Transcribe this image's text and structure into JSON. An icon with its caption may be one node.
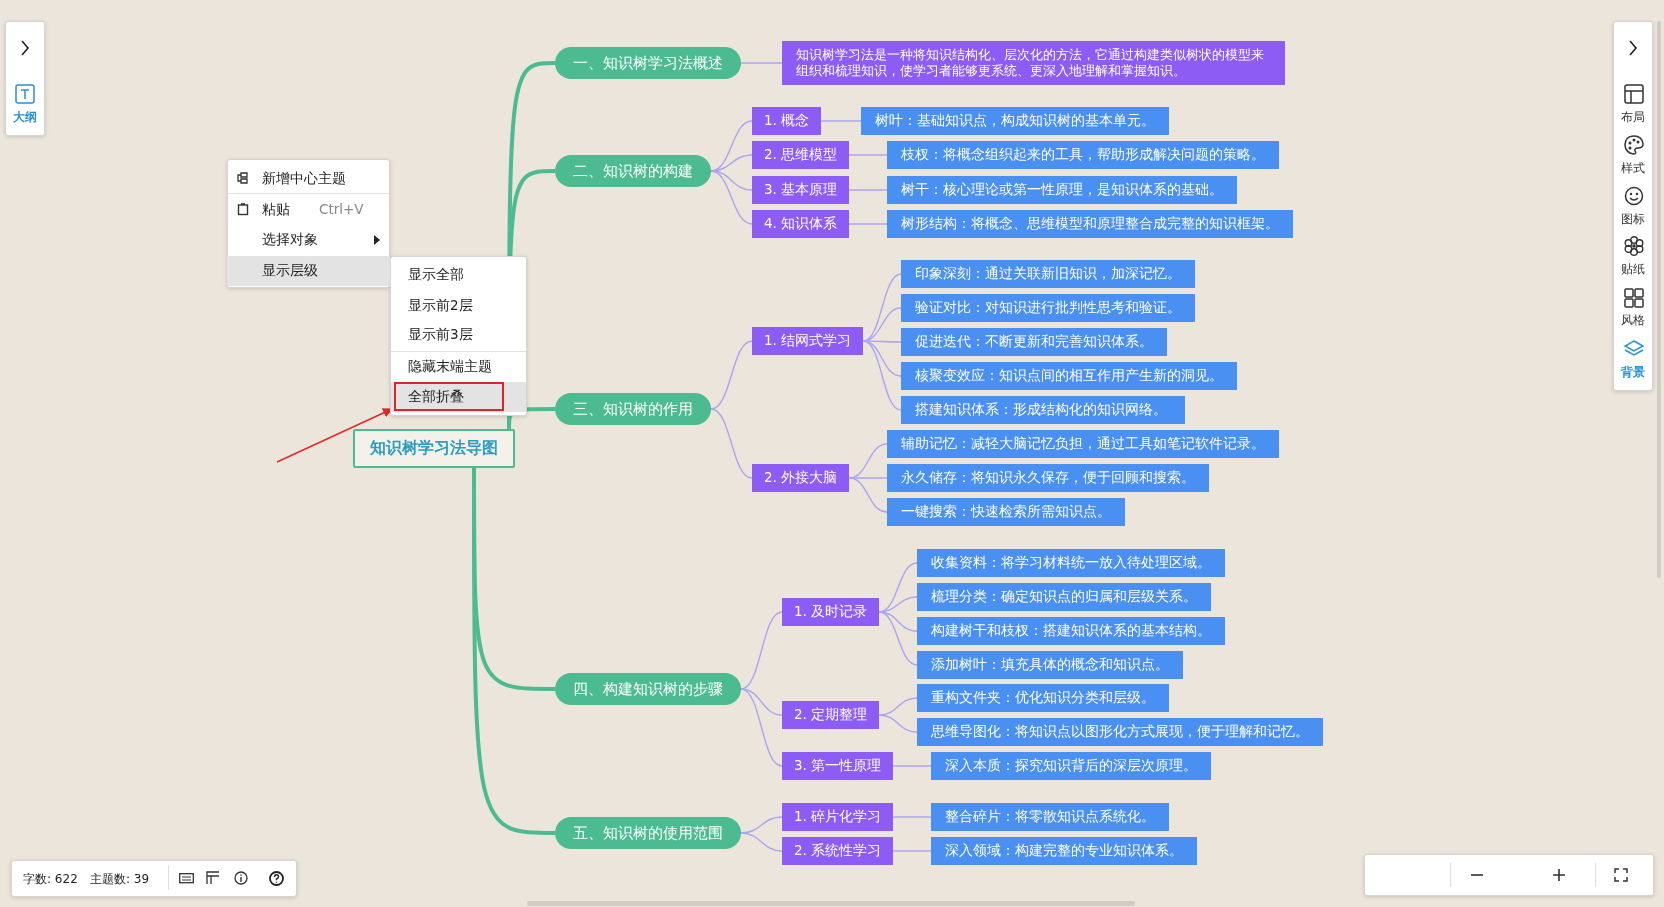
{
  "diagram": {
    "nodes": [
      {
        "text": [
          "知识树学习法导图"
        ]
      },
      {
        "text": [
          "一、知识树学习法概述"
        ]
      },
      {
        "text": [
          "知识树学习法是一种将知识结构化、层次化的方法，它通过构建类似树状的模型来组织和梳理知识，使学习者能够更系统、更深入地理解和掌握知识。"
        ]
      },
      {
        "text": [
          "二、知识树的构建"
        ]
      },
      {
        "text": [
          "1. 概念"
        ]
      },
      {
        "text": [
          "树叶：基础知识点，构成知识树的基本单元。"
        ]
      },
      {
        "text": [
          "2. 思维模型"
        ]
      },
      {
        "text": [
          "枝杈：将概念组织起来的工具，帮助形成解决问题的策略。"
        ]
      },
      {
        "text": [
          "3. 基本原理"
        ]
      },
      {
        "text": [
          "树干：核心理论或第一性原理，是知识体系的基础。"
        ]
      },
      {
        "text": [
          "4. 知识体系"
        ]
      },
      {
        "text": [
          "树形结构：将概念、思维模型和原理整合成完整的知识框架。"
        ]
      },
      {
        "text": [
          "三、知识树的作用"
        ]
      },
      {
        "text": [
          "1. 结网式学习"
        ]
      },
      {
        "text": [
          "印象深刻：通过关联新旧知识，加深记忆。"
        ]
      },
      {
        "text": [
          "验证对比：对知识进行批判性思考和验证。"
        ]
      },
      {
        "text": [
          "促进迭代：不断更新和完善知识体系。"
        ]
      },
      {
        "text": [
          "核聚变效应：知识点间的相互作用产生新的洞见。"
        ]
      },
      {
        "text": [
          "搭建知识体系：形成结构化的知识网络。"
        ]
      },
      {
        "text": [
          "2. 外接大脑"
        ]
      },
      {
        "text": [
          "辅助记忆：减轻大脑记忆负担，通过工具如笔记软件记录。"
        ]
      },
      {
        "text": [
          "永久储存：将知识永久保存，便于回顾和搜索。"
        ]
      },
      {
        "text": [
          "一键搜索：快速检索所需知识点。"
        ]
      },
      {
        "text": [
          "四、构建知识树的步骤"
        ]
      },
      {
        "text": [
          "1. 及时记录"
        ]
      },
      {
        "text": [
          "收集资料：将学习材料统一放入待处理区域。"
        ]
      },
      {
        "text": [
          "梳理分类：确定知识点的归属和层级关系。"
        ]
      },
      {
        "text": [
          "构建树干和枝杈：搭建知识体系的基本结构。"
        ]
      },
      {
        "text": [
          "添加树叶：填充具体的概念和知识点。"
        ]
      },
      {
        "text": [
          "2. 定期整理"
        ]
      },
      {
        "text": [
          "重构文件夹：优化知识分类和层级。"
        ]
      },
      {
        "text": [
          "思维导图化：将知识点以图形化方式展现，便于理解和记忆。"
        ]
      },
      {
        "text": [
          "3. 第一性原理"
        ]
      },
      {
        "text": [
          "深入本质：探究知识背后的深层次原理。"
        ]
      },
      {
        "text": [
          "五、知识树的使用范围"
        ]
      },
      {
        "text": [
          "1. 碎片化学习"
        ]
      },
      {
        "text": [
          "整合碎片：将零散知识点系统化。"
        ]
      },
      {
        "text": [
          "2. 系统性学习"
        ]
      },
      {
        "text": [
          "深入领域：构建完整的专业知识体系。"
        ]
      },
      {
        "text": [
          "全部折叠"
        ]
      }
    ],
    "edges": [
      {
        "from": 0,
        "to": 1,
        "arrow": "none",
        "style": "thick",
        "color": "#4cbb92"
      },
      {
        "from": 1,
        "to": 2,
        "arrow": "none"
      },
      {
        "from": 0,
        "to": 3,
        "arrow": "none",
        "style": "thick",
        "color": "#4cbb92"
      },
      {
        "from": 3,
        "to": 4,
        "arrow": "none"
      },
      {
        "from": 4,
        "to": 5,
        "arrow": "none"
      },
      {
        "from": 3,
        "to": 6,
        "arrow": "none"
      },
      {
        "from": 6,
        "to": 7,
        "arrow": "none"
      },
      {
        "from": 3,
        "to": 8,
        "arrow": "none"
      },
      {
        "from": 8,
        "to": 9,
        "arrow": "none"
      },
      {
        "from": 3,
        "to": 10,
        "arrow": "none"
      },
      {
        "from": 10,
        "to": 11,
        "arrow": "none"
      },
      {
        "from": 0,
        "to": 12,
        "arrow": "none",
        "style": "thick",
        "color": "#4cbb92"
      },
      {
        "from": 12,
        "to": 13,
        "arrow": "none"
      },
      {
        "from": 13,
        "to": 14,
        "arrow": "none"
      },
      {
        "from": 13,
        "to": 15,
        "arrow": "none"
      },
      {
        "from": 13,
        "to": 16,
        "arrow": "none"
      },
      {
        "from": 13,
        "to": 17,
        "arrow": "none"
      },
      {
        "from": 13,
        "to": 18,
        "arrow": "none"
      },
      {
        "from": 12,
        "to": 19,
        "arrow": "none"
      },
      {
        "from": 19,
        "to": 20,
        "arrow": "none"
      },
      {
        "from": 19,
        "to": 21,
        "arrow": "none"
      },
      {
        "from": 19,
        "to": 22,
        "arrow": "none"
      },
      {
        "from": 0,
        "to": 23,
        "arrow": "none",
        "style": "thick",
        "color": "#4cbb92"
      },
      {
        "from": 23,
        "to": 24,
        "arrow": "none"
      },
      {
        "from": 24,
        "to": 25,
        "arrow": "none"
      },
      {
        "from": 24,
        "to": 26,
        "arrow": "none"
      },
      {
        "from": 24,
        "to": 27,
        "arrow": "none"
      },
      {
        "from": 24,
        "to": 28,
        "arrow": "none"
      },
      {
        "from": 23,
        "to": 29,
        "arrow": "none"
      },
      {
        "from": 29,
        "to": 30,
        "arrow": "none"
      },
      {
        "from": 29,
        "to": 31,
        "arrow": "none"
      },
      {
        "from": 23,
        "to": 32,
        "arrow": "none"
      },
      {
        "from": 32,
        "to": 33,
        "arrow": "none"
      },
      {
        "from": 0,
        "to": 34,
        "arrow": "none",
        "style": "thick",
        "color": "#4cbb92"
      },
      {
        "from": 34,
        "to": 35,
        "arrow": "none"
      },
      {
        "from": 35,
        "to": 36,
        "arrow": "none"
      },
      {
        "from": 34,
        "to": 37,
        "arrow": "none"
      },
      {
        "from": 37,
        "to": 38,
        "arrow": "none"
      },
      {
        "from": null,
        "to": 39,
        "arrow": "to",
        "color": "#e02828"
      }
    ],
    "labels": [
      "大纲",
      "新增中心主题",
      "粘贴",
      "Ctrl+V",
      "选择对象",
      "显示层级",
      "显示全部",
      "显示前2层",
      "显示前3层",
      "隐藏末端主题",
      "布局",
      "样式",
      "图标",
      "贴纸",
      "风格",
      "背景",
      "字数: 622",
      "主题数: 39"
    ]
  }
}
